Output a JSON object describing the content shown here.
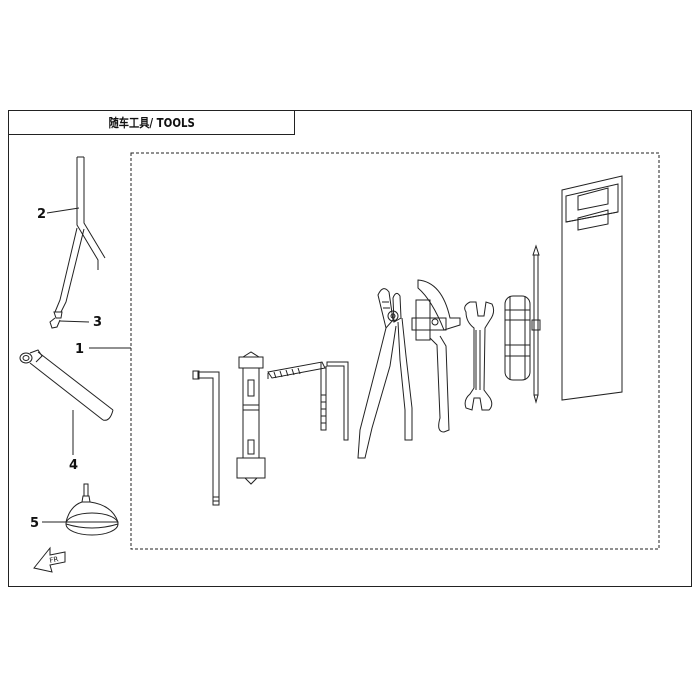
{
  "title": "随车工具/ TOOLS",
  "callouts": [
    {
      "id": "1",
      "label": "1"
    },
    {
      "id": "2",
      "label": "2"
    },
    {
      "id": "3",
      "label": "3"
    },
    {
      "id": "4",
      "label": "4"
    },
    {
      "id": "5",
      "label": "5"
    }
  ],
  "icons": {
    "direction_arrow": "front-arrow-icon",
    "direction_text": "FR"
  },
  "colors": {
    "line": "#222222",
    "background": "#ffffff"
  }
}
